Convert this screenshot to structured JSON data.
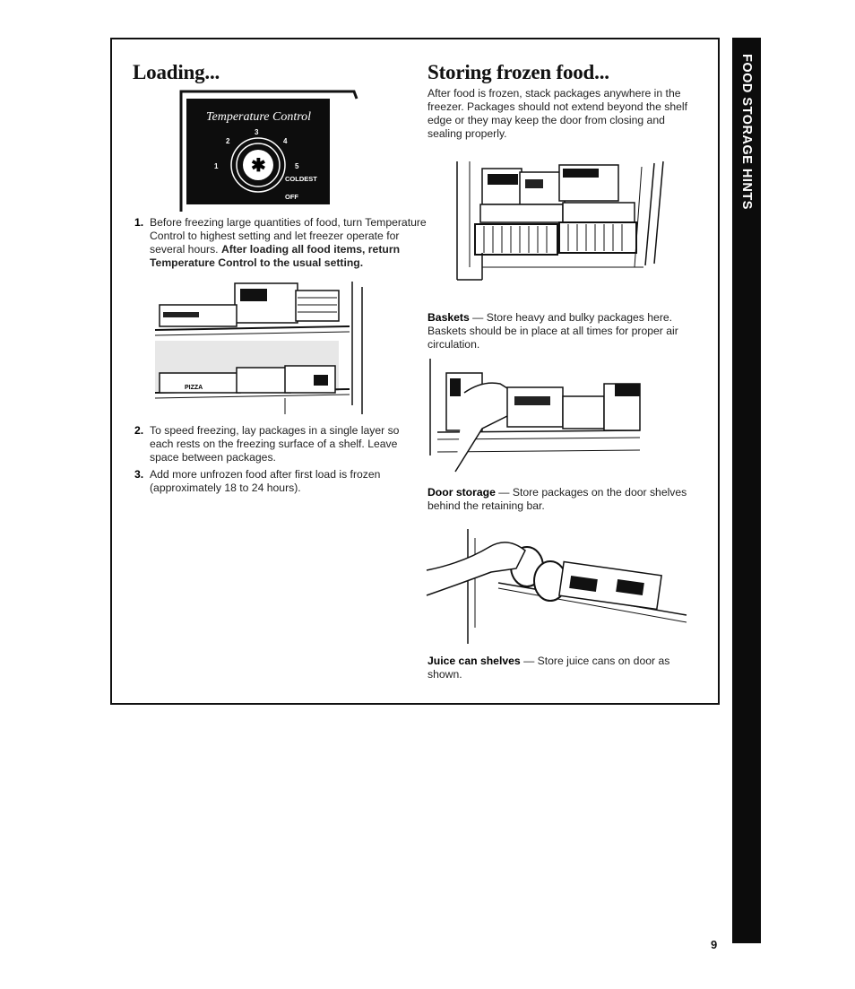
{
  "side_tab": {
    "label": "FOOD STORAGE HINTS"
  },
  "loading": {
    "heading": "Loading...",
    "dial": {
      "title": "Temperature Control",
      "numbers": [
        "1",
        "2",
        "3",
        "4",
        "5"
      ],
      "coldest": "COLDEST",
      "off": "OFF"
    },
    "step1": {
      "number": "1.",
      "text_normal": "Before freezing large quantities of food, turn Temperature Control to highest setting and let freezer operate for several hours.",
      "text_bold": "After loading all food items, return Temperature Control to the usual setting."
    },
    "freezer_illustration": {
      "package_label": "PIZZA"
    },
    "step2": {
      "number": "2.",
      "text": "To speed freezing, lay packages in a single layer so each rests on the freezing surface of a shelf. Leave space between packages."
    },
    "step3": {
      "number": "3.",
      "text": "Add more unfrozen food after first load is frozen (approximately 18 to 24 hours)."
    }
  },
  "storing": {
    "heading": "Storing frozen food...",
    "intro": "After food is frozen, stack packages anywhere in the freezer. Packages should not extend beyond the shelf edge or they may keep the door from closing and sealing properly.",
    "baskets": {
      "label": "Baskets",
      "text": "— Store heavy and bulky packages here. Baskets should be in place at all times for proper air circulation."
    },
    "door_storage": {
      "label": "Door storage",
      "text": "— Store packages on the door shelves behind the retaining bar."
    },
    "juice_can_shelves": {
      "label": "Juice can shelves",
      "text": "— Store juice cans on door as shown."
    }
  },
  "page_number": "9"
}
